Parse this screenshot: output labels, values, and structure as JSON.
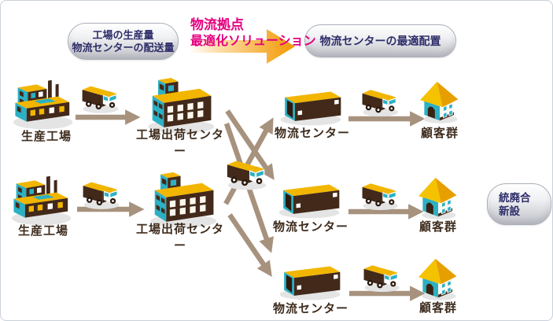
{
  "colors": {
    "magenta": "#e50080",
    "orange": "#f39800",
    "icon_yellow": "#f2b600",
    "icon_brown": "#42291a",
    "icon_cyan": "#2cb0c4",
    "flow_arrow_tan": "#a7927e",
    "box_text_navy": "#2e2d69",
    "label_brown": "#3f2d1e"
  },
  "header": {
    "left_box": {
      "line1": "工場の生産量",
      "line2": "物流センターの配送量"
    },
    "solution_label": {
      "line1": "物流拠点",
      "line2": "最適化ソリューション"
    },
    "right_box": {
      "label": "物流センターの最適配置"
    }
  },
  "side_box": {
    "line1": "統廃合",
    "line2": "新設"
  },
  "nodes": {
    "factory": "生産工場",
    "shipping_center": "工場出荷センター",
    "distribution_center": "物流センター",
    "customers": "顧客群"
  }
}
